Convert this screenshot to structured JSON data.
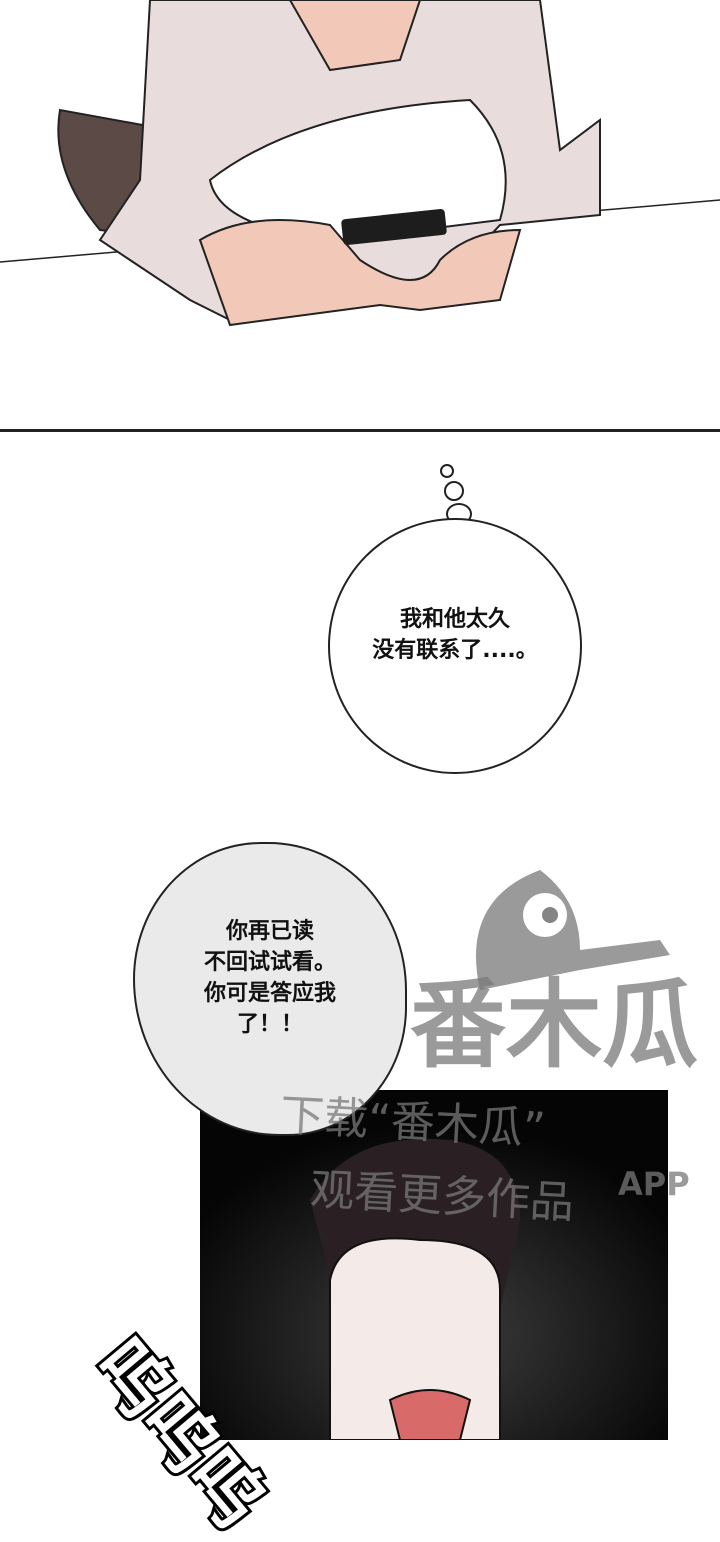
{
  "panels": {
    "thought_bubble": {
      "lines": [
        "我和他太久",
        "没有联系了....。"
      ]
    },
    "speech_bubble": {
      "lines": [
        "你再已读",
        "不回试试看。",
        "你可是答应我",
        "了！！"
      ]
    },
    "sound_effect": {
      "text": "呜呜呜"
    }
  },
  "watermark": {
    "logo_text": "番木瓜",
    "line1": "下载“番木瓜”",
    "line2": "观看更多作品",
    "app_label": "APP"
  },
  "colors": {
    "ink": "#222222",
    "bubble_gray": "#eaeaea",
    "skin": "#f2c9b8",
    "shirt": "#e9dcdc"
  }
}
